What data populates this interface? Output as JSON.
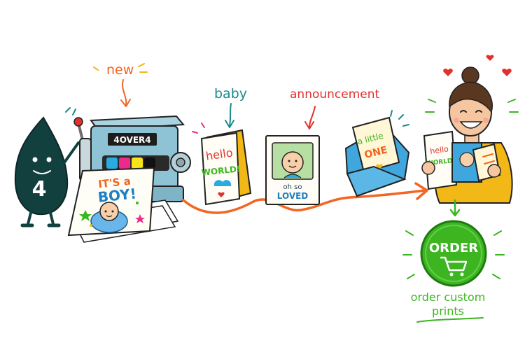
{
  "labels": {
    "new": "new",
    "baby": "baby",
    "announcement": "announcement",
    "order_custom_prints": "order custom prints",
    "order_custom_prints_line1": "order custom",
    "order_custom_prints_line2": "prints"
  },
  "mascot": {
    "badge": "4"
  },
  "printer": {
    "brand": "4OVER4"
  },
  "printed_card": {
    "line1": "IT'S a",
    "line2": "BOY!"
  },
  "card_hello": {
    "line1": "hello",
    "line2": "WORLD!"
  },
  "card_loved": {
    "line1": "oh so",
    "line2": "LOVED"
  },
  "card_envelope": {
    "line1": "a little",
    "line2": "ONE"
  },
  "person_cards": {
    "line1": "hello",
    "line2": "WORLD!"
  },
  "order_button": {
    "label": "ORDER"
  },
  "colors": {
    "orange": "#f26522",
    "teal": "#1a8a8a",
    "red": "#e0312d",
    "green": "#3cb521",
    "printer_blue": "#8ec3d6",
    "mascot_dark": "#12403f",
    "envelope_blue": "#3fa7dd",
    "sweater_yellow": "#f2b817"
  },
  "icons": [
    "cart-icon",
    "heart-icon",
    "cloud-icon",
    "star-icon",
    "arrow-icon"
  ]
}
